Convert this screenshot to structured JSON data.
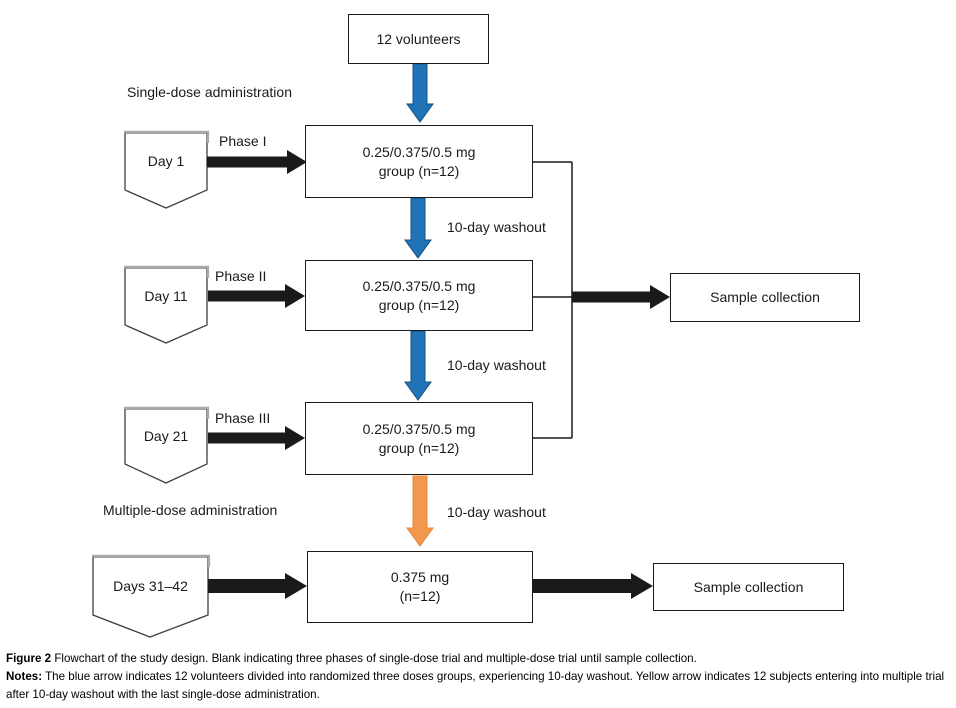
{
  "colors": {
    "blue_arrow": "#2173b8",
    "orange_arrow": "#f2974e",
    "arrow_black": "#1a1a1a"
  },
  "flowchart": {
    "volunteers": "12 volunteers",
    "sections": {
      "single": "Single-dose administration",
      "multiple": "Multiple-dose administration"
    },
    "rows": [
      {
        "day": "Day 1",
        "phase": "Phase I",
        "dose_line1": "0.25/0.375/0.5 mg",
        "dose_line2": "group (n=12)"
      },
      {
        "day": "Day 11",
        "phase": "Phase II",
        "dose_line1": "0.25/0.375/0.5 mg",
        "dose_line2": "group (n=12)"
      },
      {
        "day": "Day 21",
        "phase": "Phase III",
        "dose_line1": "0.25/0.375/0.5 mg",
        "dose_line2": "group (n=12)"
      }
    ],
    "washout_labels": [
      "10-day washout",
      "10-day washout",
      "10-day washout"
    ],
    "multiple_dose": {
      "day": "Days 31–42",
      "dose_line1": "0.375 mg",
      "dose_line2": "(n=12)"
    },
    "sample_collection": {
      "top": "Sample collection",
      "bottom": "Sample collection"
    }
  },
  "caption": {
    "figure_label": "Figure 2",
    "figure_text": " Flowchart of the study design. Blank indicating three phases of single-dose trial and multiple-dose trial until sample collection.",
    "notes_label": "Notes:",
    "notes_text": " The blue arrow indicates 12 volunteers divided into randomized three doses groups, experiencing 10-day washout. Yellow arrow indicates 12 subjects entering into multiple trial after 10-day washout with the last single-dose administration."
  }
}
